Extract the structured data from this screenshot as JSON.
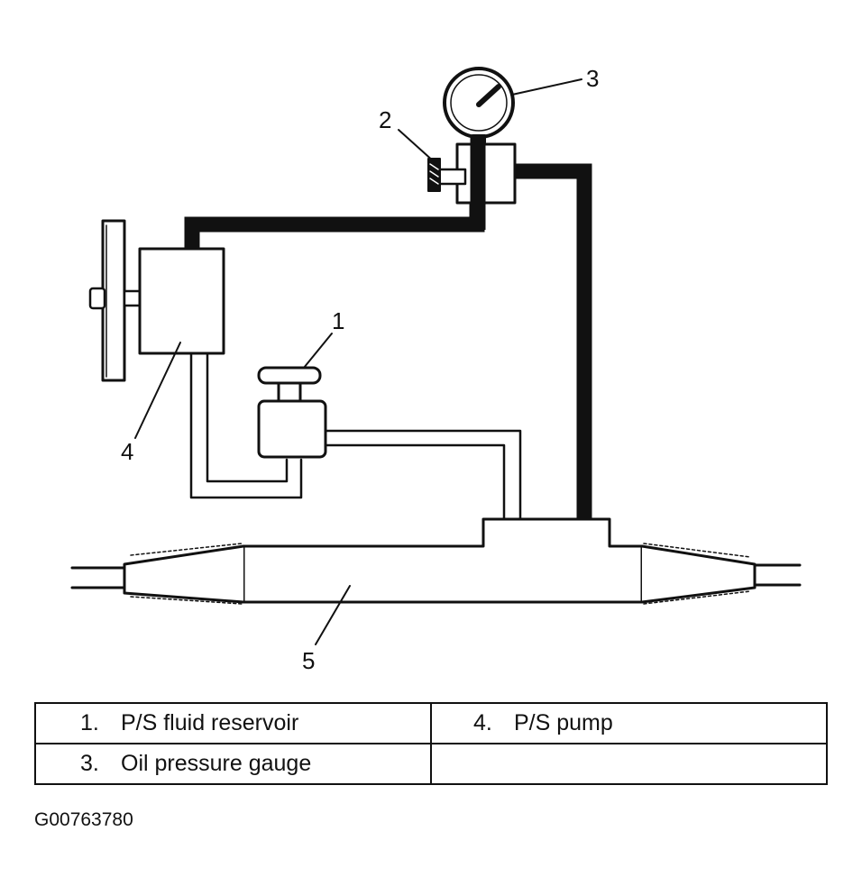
{
  "callouts": [
    "1",
    "2",
    "3",
    "4",
    "5"
  ],
  "legend": {
    "rows": [
      [
        {
          "num": "1.",
          "label": "P/S fluid reservoir"
        },
        {
          "num": "4.",
          "label": "P/S pump"
        }
      ],
      [
        {
          "num": "3.",
          "label": "Oil pressure gauge"
        },
        {
          "num": "",
          "label": ""
        }
      ]
    ]
  },
  "figure_id": "G00763780"
}
